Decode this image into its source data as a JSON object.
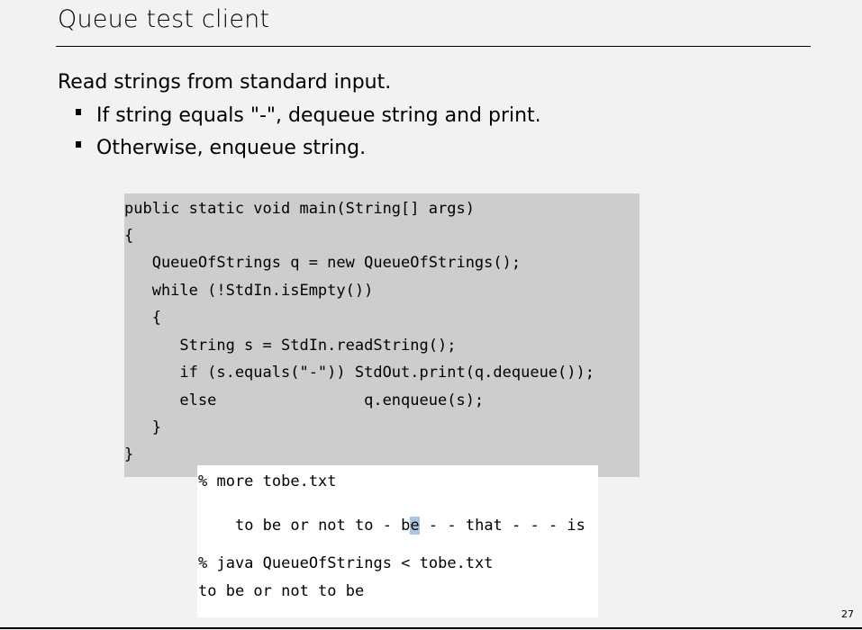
{
  "slide": {
    "title": "Queue test client",
    "intro": "Read strings from standard input.",
    "bullets": [
      "If string equals \"-\", dequeue string and print.",
      "Otherwise, enqueue string."
    ],
    "page_number": "27"
  },
  "code": {
    "lines": [
      "public static void main(String[] args)",
      "{",
      "   QueueOfStrings q = new QueueOfStrings();",
      "   while (!StdIn.isEmpty())",
      "   {",
      "      String s = StdIn.readString();",
      "      if (s.equals(\"-\")) StdOut.print(q.dequeue());",
      "      else                q.enqueue(s);",
      "   }",
      "}"
    ]
  },
  "terminal": {
    "cmd1": "% more tobe.txt",
    "line2_before": "to be or not to - b",
    "line2_highlight": "e",
    "line2_after": " - - that - - - is",
    "cmd2": "% java QueueOfStrings < tobe.txt",
    "output": "to be or not to be"
  }
}
